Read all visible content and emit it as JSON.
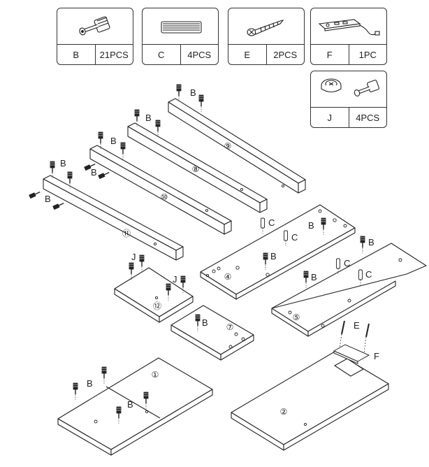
{
  "parts": [
    {
      "code": "B",
      "qty": "21PCS",
      "icon": "cam-dowel-icon"
    },
    {
      "code": "C",
      "qty": "4PCS",
      "icon": "wood-dowel-icon"
    },
    {
      "code": "E",
      "qty": "2PCS",
      "icon": "screw-icon"
    },
    {
      "code": "F",
      "qty": "1PC",
      "icon": "power-outlet-icon"
    },
    {
      "code": "J",
      "qty": "4PCS",
      "icon": "cam-lock-icon"
    }
  ],
  "panels": {
    "p1": "①",
    "p2": "②",
    "p4": "④",
    "p5": "⑤",
    "p7": "⑦",
    "p8": "⑧",
    "p9": "⑨",
    "p10": "⑩",
    "p11": "⑪",
    "p12": "⑫"
  },
  "callouts": {
    "B": "B",
    "C": "C",
    "E": "E",
    "F": "F",
    "J": "J"
  }
}
